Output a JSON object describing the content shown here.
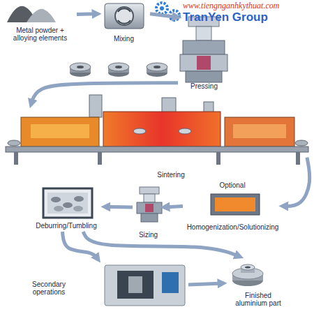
{
  "diagram": {
    "nodes": [
      {
        "text": [
          "Metal powder + alloying elements"
        ]
      },
      {
        "text": [
          "Mixing"
        ]
      },
      {
        "text": [
          "Pressing"
        ]
      },
      {
        "text": [
          "Sintering"
        ]
      },
      {
        "text": [
          "Optional",
          "Homogenization/Solutionizing"
        ]
      },
      {
        "text": [
          "Sizing"
        ]
      },
      {
        "text": [
          "Deburring/Tumbling"
        ]
      },
      {
        "text": [
          "Secondary operations"
        ]
      },
      {
        "text": [
          "Finished aluminium part"
        ]
      }
    ],
    "edges": [
      {
        "from": 0,
        "to": 1,
        "arrow": "to"
      },
      {
        "from": 1,
        "to": 2,
        "arrow": "to"
      },
      {
        "from": 2,
        "to": 3,
        "arrow": "to"
      },
      {
        "from": 3,
        "to": 4,
        "arrow": "to"
      },
      {
        "from": 4,
        "to": 5,
        "arrow": "to"
      },
      {
        "from": 5,
        "to": 6,
        "arrow": "to"
      },
      {
        "from": 6,
        "to": 7,
        "arrow": "to"
      },
      {
        "from": 6,
        "to": 8,
        "arrow": "to"
      },
      {
        "from": 7,
        "to": 8,
        "arrow": "to"
      }
    ],
    "labels": [
      "www.tiengnganhkythuat.com",
      "TranYen Group"
    ]
  }
}
